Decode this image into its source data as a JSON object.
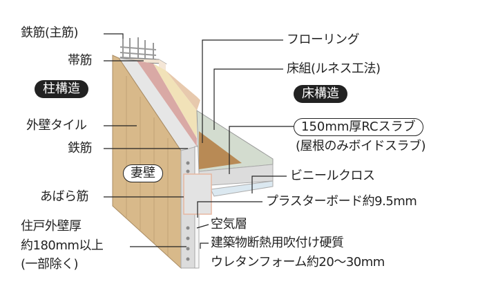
{
  "left_labels": {
    "main_rebar": "鉄筋(主筋)",
    "hoop": "帯筋",
    "column_structure": "柱構造",
    "exterior_tile": "外壁タイル",
    "rebar": "鉄筋",
    "gable_wall": "妻壁",
    "stirrup": "あばら筋",
    "wall_thickness_1": "住戸外壁厚",
    "wall_thickness_2": "約180mm以上",
    "wall_thickness_3": "(一部除く)"
  },
  "right_labels": {
    "flooring": "フローリング",
    "floor_frame": "床組(ルネス工法)",
    "floor_structure": "床構造",
    "slab": "150mm厚RCスラブ",
    "slab_note": "(屋根のみボイドスラブ)",
    "vinyl_cloth": "ビニールクロス",
    "plasterboard": "プラスターボード約9.5mm",
    "air_layer": "空気層",
    "insulation_1": "建築物断熱用吹付け硬質",
    "insulation_2": "ウレタンフォーム約20〜30mm"
  },
  "colors": {
    "tile": "#d8b98a",
    "concrete": "#dcdcdc",
    "floor_top": "#d3dccf",
    "wood": "#b88a55",
    "ceiling": "#dbe8f0"
  }
}
